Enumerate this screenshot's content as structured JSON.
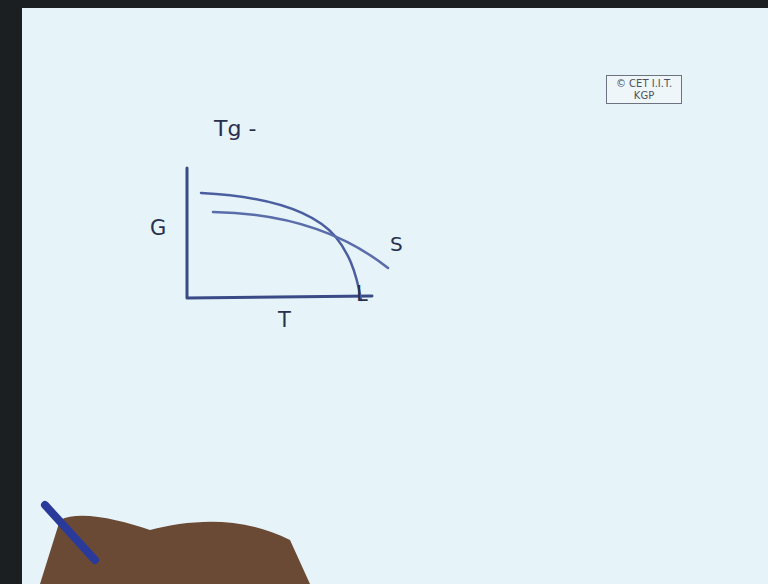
{
  "diagram": {
    "nodes": [
      {
        "text": [
          "© CET I.I.T. KGP"
        ]
      }
    ],
    "labels": [
      "Tg -",
      "G",
      "T",
      "S",
      "L"
    ]
  }
}
